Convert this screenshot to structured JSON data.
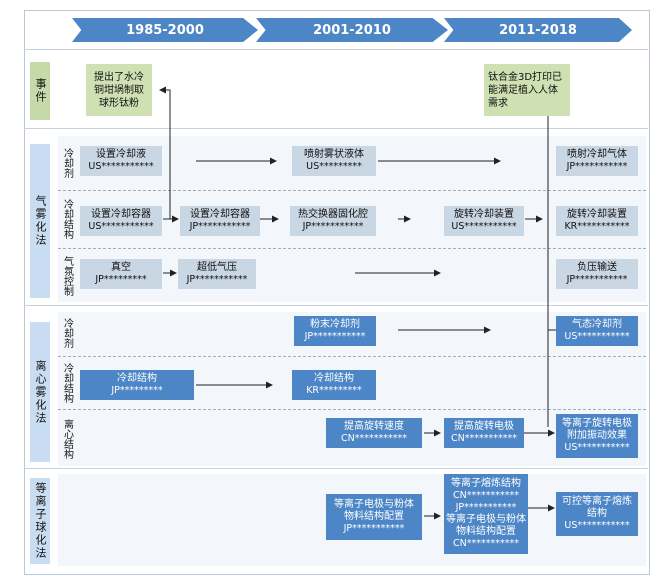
{
  "header": {
    "periods": [
      "1985-2000",
      "2001-2010",
      "2011-2018"
    ]
  },
  "sections": {
    "events": {
      "label": "事件"
    },
    "gas_atomization": {
      "label": "气雾化法",
      "sub": [
        "冷却剂",
        "冷却结构",
        "气氛控制"
      ]
    },
    "centrifugal": {
      "label": "离心雾化法",
      "sub": [
        "冷却剂",
        "冷却结构",
        "离心结构"
      ]
    },
    "plasma": {
      "label": "等离子球化法"
    }
  },
  "events": {
    "e1": "提出了水冷铜坩埚制取球形钛粉",
    "e2": "钛合金3D打印已能满足植入人体需求"
  },
  "boxes": {
    "g_coolant_1": {
      "title": "设置冷却液",
      "code": "US***********"
    },
    "g_coolant_2": {
      "title": "喷射雾状液体",
      "code": "US*********"
    },
    "g_coolant_3": {
      "title": "喷射冷却气体",
      "code": "JP***********"
    },
    "g_struct_1": {
      "title": "设置冷却容器",
      "code": "US***********"
    },
    "g_struct_2": {
      "title": "设置冷却容器",
      "code": "JP***********"
    },
    "g_struct_3": {
      "title": "热交换器固化腔",
      "code": "JP***********"
    },
    "g_struct_4": {
      "title": "旋转冷却装置",
      "code": "US***********"
    },
    "g_struct_5": {
      "title": "旋转冷却装置",
      "code": "KR***********"
    },
    "g_atm_1": {
      "title": "真空",
      "code": "JP*********"
    },
    "g_atm_2": {
      "title": "超低气压",
      "code": "JP***********"
    },
    "g_atm_3": {
      "title": "负压输送",
      "code": "JP***********"
    },
    "c_coolant_1": {
      "title": "粉末冷却剂",
      "code": "JP***********"
    },
    "c_coolant_2": {
      "title": "气态冷却剂",
      "code": "US***********"
    },
    "c_struct_1": {
      "title": "冷却结构",
      "code": "JP*********"
    },
    "c_struct_2": {
      "title": "冷却结构",
      "code": "KR*********"
    },
    "c_cent_1": {
      "title": "提高旋转速度",
      "code": "CN***********"
    },
    "c_cent_2": {
      "title": "提高旋转电极",
      "code": "CN***********"
    },
    "c_cent_3": {
      "title": "等离子旋转电极附加振动效果",
      "code": "US***********"
    },
    "p_1": {
      "title": "等离子电极与粉体物料结构配置",
      "code": "JP***********"
    },
    "p_2": {
      "lines": [
        "等离子熔炼结构",
        "CN***********",
        "JP***********",
        "等离子电极与粉体",
        "物料结构配置",
        "CN***********"
      ]
    },
    "p_3": {
      "title": "可控等离子熔炼结构",
      "code": "US***********"
    }
  }
}
